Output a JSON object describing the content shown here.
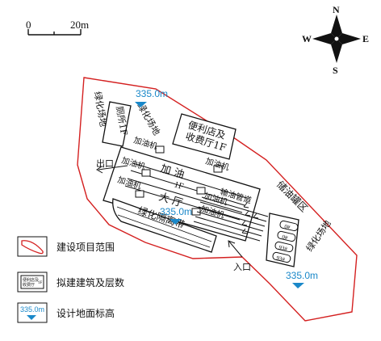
{
  "scale_bar": {
    "start": "0",
    "end": "20m"
  },
  "compass": {
    "north": "N",
    "south": "S",
    "east": "E",
    "west": "W"
  },
  "labels": {
    "green_left": "绿化场地",
    "toilet": "厕所1F",
    "green_top": "绿化场地",
    "store": [
      "便利店及",
      "收费厅1F"
    ],
    "refuel_hall_1": "加 油",
    "refuel_hall_2": "大 厅",
    "exit": "出口",
    "entrance": "入口",
    "tank_area": "储油罐区",
    "green_right": "绿化场地",
    "isolation_belt": "绿化隔离带",
    "pipe": "输油管道",
    "floor_1f": "1F",
    "pump": "加油机",
    "tanks": [
      "0#",
      "0#",
      "93#",
      "93#"
    ]
  },
  "elevations": {
    "top": "335.0m",
    "middle": "335.0m",
    "bottom": "335.0m"
  },
  "legend": [
    {
      "label": "建设项目范围",
      "icon": "boundary-outline"
    },
    {
      "label": "拟建建筑及层数",
      "icon": "building-box",
      "sample": [
        "便利店及",
        "收费厅",
        "1F"
      ]
    },
    {
      "label": "设计地面标高",
      "icon": "elevation-marker",
      "sample": "335.0m"
    }
  ],
  "colors": {
    "boundary": "#d42020",
    "elevation": "#1a88c9",
    "line": "#111111"
  }
}
